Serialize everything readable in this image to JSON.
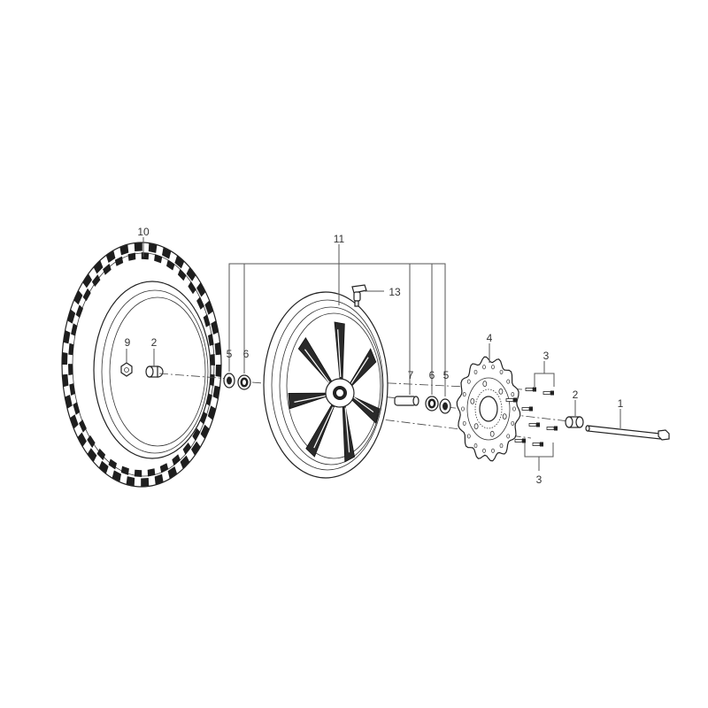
{
  "callouts": {
    "c1": "1",
    "c2a": "2",
    "c2b": "2",
    "c3a": "3",
    "c3b": "3",
    "c4": "4",
    "c5a": "5",
    "c5b": "5",
    "c6a": "6",
    "c6b": "6",
    "c7": "7",
    "c9": "9",
    "c10": "10",
    "c11": "11",
    "c13": "13"
  }
}
